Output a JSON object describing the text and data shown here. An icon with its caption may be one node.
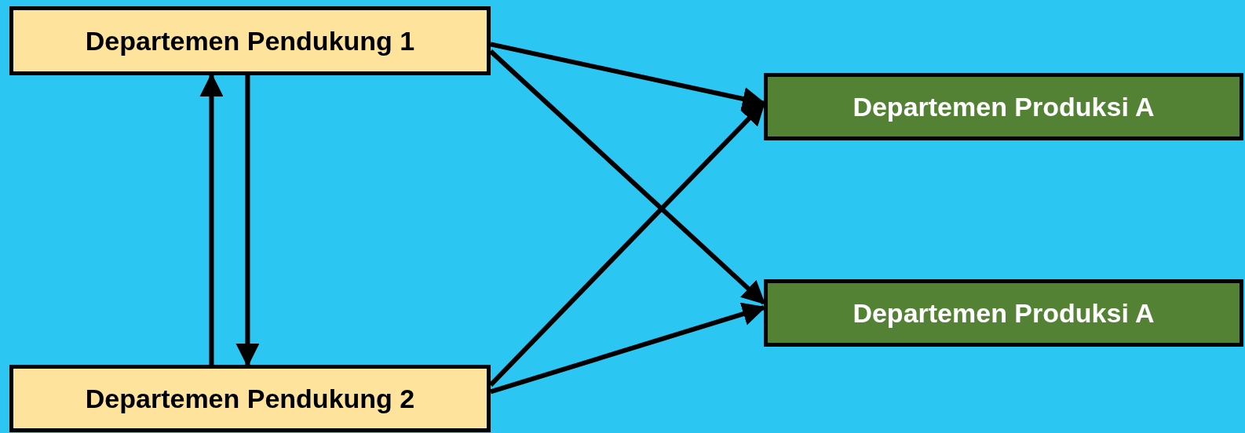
{
  "diagram": {
    "nodes": [
      {
        "text": [
          "Departemen Pendukung 1"
        ]
      },
      {
        "text": [
          "Departemen Produksi A"
        ]
      },
      {
        "text": [
          "Departemen Produksi A"
        ]
      },
      {
        "text": [
          "Departemen Pendukung 2"
        ]
      }
    ],
    "edges": [
      {
        "from": 0,
        "to": 1,
        "arrow": "to"
      },
      {
        "from": 0,
        "to": 2,
        "arrow": "to"
      },
      {
        "from": 3,
        "to": 0,
        "arrow": "to"
      },
      {
        "from": 0,
        "to": 3,
        "arrow": "to"
      },
      {
        "from": 3,
        "to": 1,
        "arrow": "to"
      },
      {
        "from": 3,
        "to": 2,
        "arrow": "to"
      }
    ]
  }
}
